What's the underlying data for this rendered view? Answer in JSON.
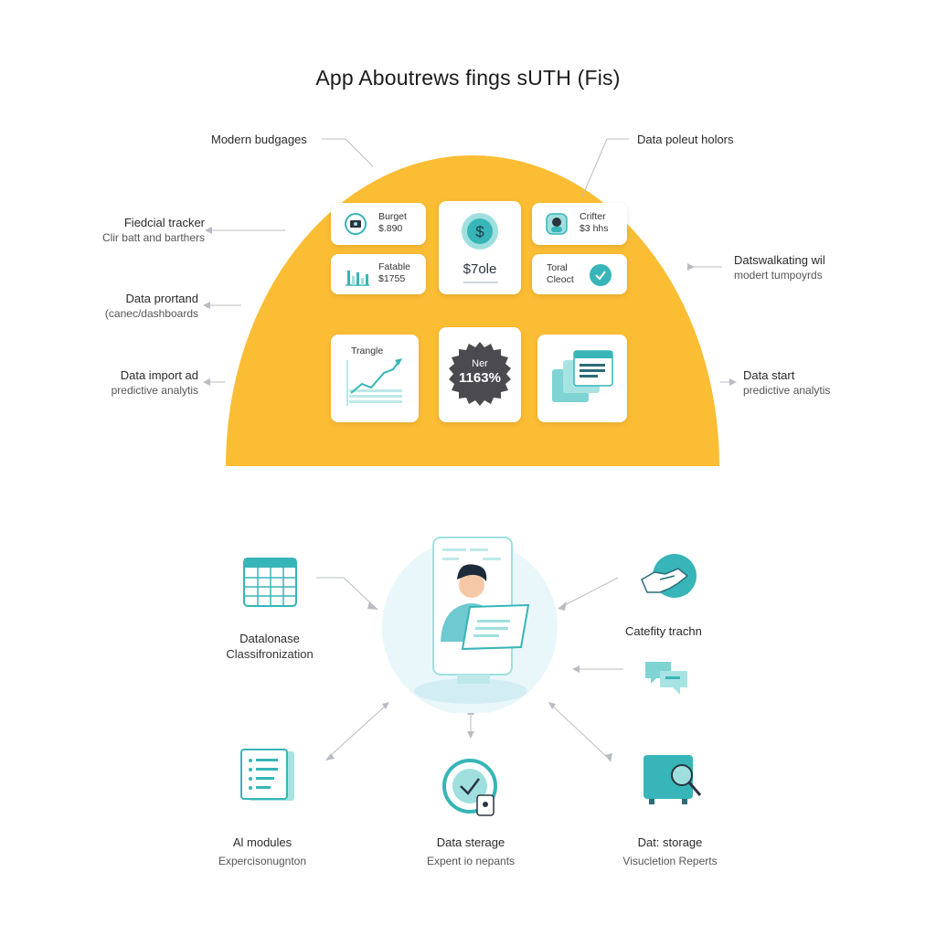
{
  "title": "App Aboutrews fings sUTH (Fis)",
  "colors": {
    "accent_yellow": "#fbbd34",
    "teal": "#37b5b8",
    "teal_light": "#9fe0df",
    "dark": "#2b3440",
    "badge": "#4b4b4f"
  },
  "top_labels": {
    "left_top": "Modern budgages",
    "right_top": "Data poleut holors"
  },
  "left_labels": [
    {
      "title": "Fiedcial tracker",
      "sub": "Clir batt and barthers"
    },
    {
      "title": "Data prortand",
      "sub": "(canec/dashboards"
    },
    {
      "title": "Data import ad",
      "sub": "predictive analytis"
    }
  ],
  "right_labels": [
    {
      "title": "Datswalkating wil",
      "sub": "modert tumpoyrds"
    },
    {
      "title": "Data start",
      "sub": "predictive analytis"
    }
  ],
  "cards": {
    "budget": {
      "title": "Burget",
      "value": "$.890",
      "icon": "dollar-circle-icon"
    },
    "dollar": {
      "value": "$7ole",
      "icon": "dollar-coin-icon"
    },
    "profile": {
      "title": "Crifter",
      "value": "$3 hhs",
      "icon": "user-profile-icon"
    },
    "fable": {
      "title": "Fatable",
      "value": "$1755",
      "icon": "bar-chart-icon"
    },
    "total": {
      "title": "Toral",
      "value": "Cleoct",
      "icon": "check-circle-icon"
    },
    "trend": {
      "title": "Trangle",
      "icon": "trend-up-icon"
    },
    "badge": {
      "title": "Ner",
      "value": "1163%"
    },
    "docs": {
      "icon": "stacked-documents-icon"
    }
  },
  "bottom_nodes": {
    "database": {
      "title": "Datalonase",
      "sub": "Classifronization",
      "icon": "spreadsheet-icon"
    },
    "catefity": {
      "title": "Catefity trachn",
      "icon": "handshake-icon"
    },
    "chat": {
      "icon": "chat-bubbles-icon"
    },
    "ai": {
      "title": "Al modules",
      "sub": "Expercisonugnton",
      "icon": "document-list-icon"
    },
    "storage1": {
      "title": "Data sterage",
      "sub": "Expent io nepants",
      "icon": "clock-lock-icon"
    },
    "storage2": {
      "title": "Dat: storage",
      "sub": "Visucletion Reperts",
      "icon": "monitor-search-icon"
    }
  }
}
